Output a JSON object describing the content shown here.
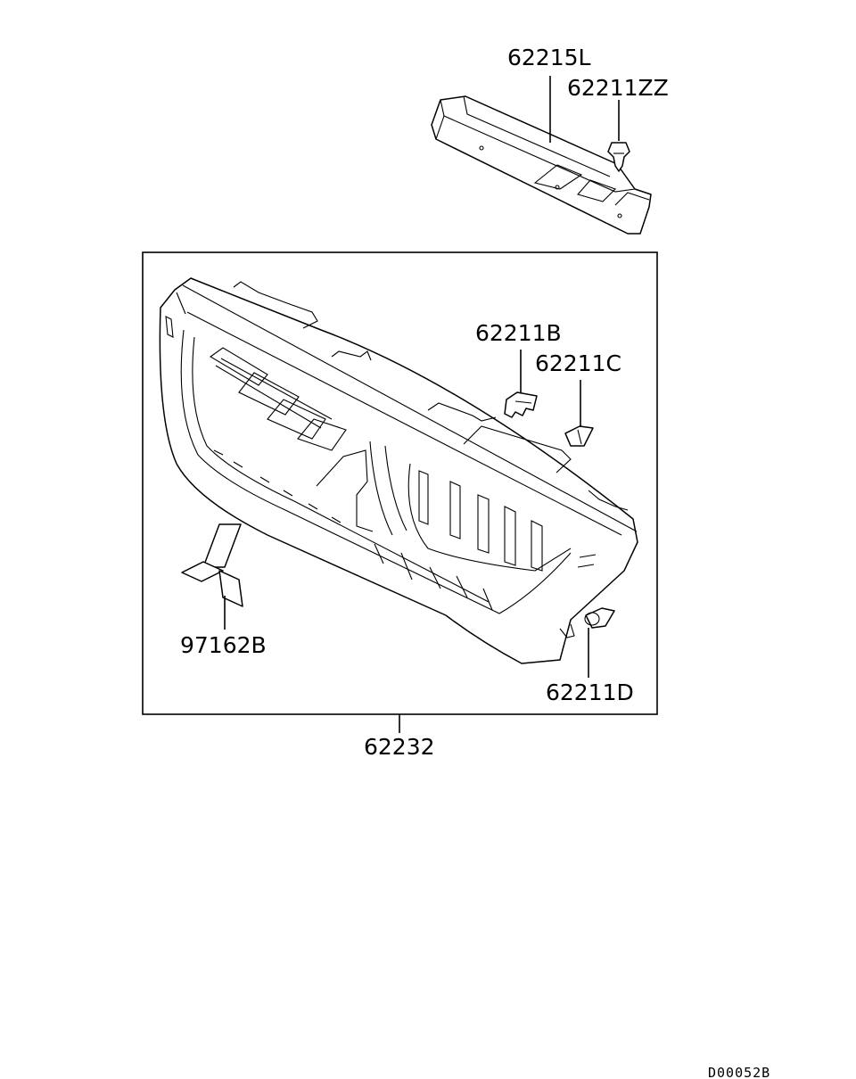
{
  "callouts": {
    "bracket": "62215L",
    "clip_zz": "62211ZZ",
    "clip_b": "62211B",
    "clip_c": "62211C",
    "emblem": "97162B",
    "clip_d": "62211D",
    "grille_assy": "62232"
  },
  "reference_code": "D00052B"
}
